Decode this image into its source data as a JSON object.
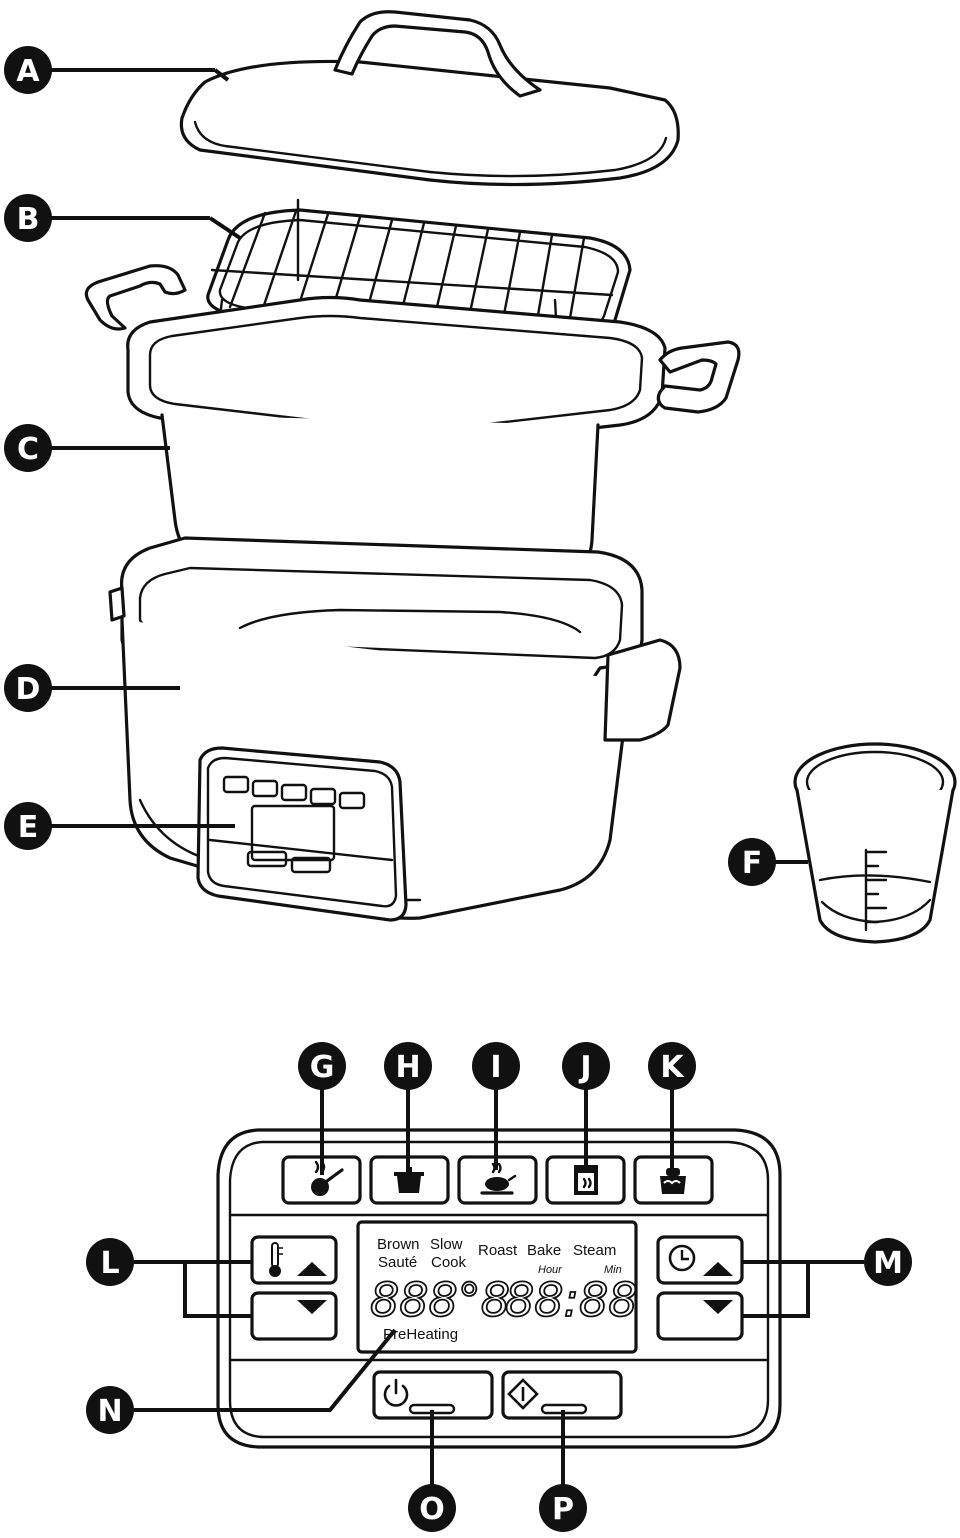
{
  "callouts": {
    "a": "A",
    "b": "B",
    "c": "C",
    "d": "D",
    "e": "E",
    "f": "F",
    "g": "G",
    "h": "H",
    "i": "I",
    "j": "J",
    "k": "K",
    "l": "L",
    "m": "M",
    "n": "N",
    "o": "O",
    "p": "P"
  },
  "display": {
    "brown": "Brown",
    "saute": "Sauté",
    "slow": "Slow",
    "cook": "Cook",
    "roast": "Roast",
    "bake": "Bake",
    "steam": "Steam",
    "hour": "Hour",
    "min": "Min",
    "temp_digits": "888°8",
    "time_digits": "88:88",
    "preheating": "PreHeating"
  },
  "icons": {
    "brown_saute": "pan-icon",
    "slow_cook": "pot-icon",
    "roast": "roast-chicken-icon",
    "bake": "oven-icon",
    "steam": "steam-pot-icon",
    "temperature": "thermometer-icon",
    "timer": "clock-icon",
    "power": "power-icon",
    "start": "start-icon",
    "up": "up-arrow-icon",
    "down": "down-arrow-icon"
  }
}
